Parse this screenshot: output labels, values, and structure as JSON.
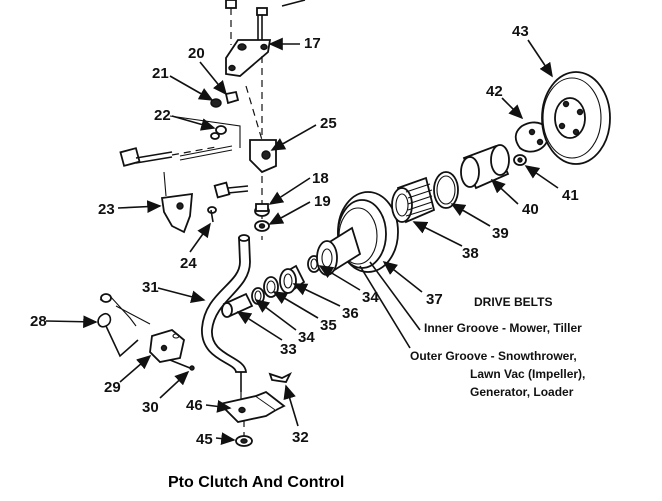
{
  "caption": "Pto Clutch And Control",
  "belts": {
    "heading": "DRIVE BELTS",
    "inner": "Inner Groove - Mower, Tiller",
    "outer_1": "Outer Groove - Snowthrower,",
    "outer_2": "Lawn Vac (Impeller),",
    "outer_3": "Generator, Loader"
  },
  "callouts": {
    "p17": "17",
    "p20": "20",
    "p21": "21",
    "p22": "22",
    "p25": "25",
    "p18": "18",
    "p19": "19",
    "p23": "23",
    "p24": "24",
    "p31": "31",
    "p28": "28",
    "p29": "29",
    "p30": "30",
    "p33": "33",
    "p34a": "34",
    "p35": "35",
    "p36": "36",
    "p34b": "34",
    "p37": "37",
    "p38": "38",
    "p39": "39",
    "p40": "40",
    "p41": "41",
    "p42": "42",
    "p43": "43",
    "p46": "46",
    "p45": "45",
    "p32": "32"
  }
}
